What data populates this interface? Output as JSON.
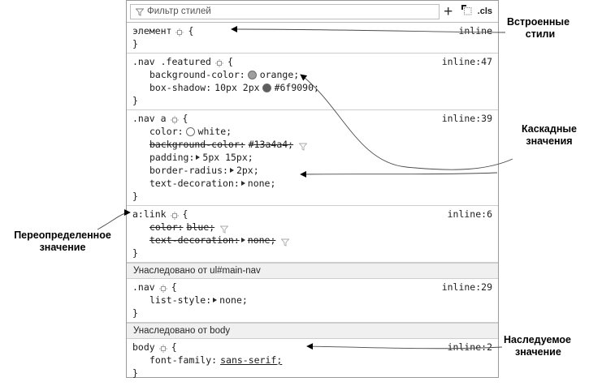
{
  "panel": {
    "filter": {
      "placeholder": "Фильтр стилей",
      "value": "",
      "icon": "funnel-icon"
    },
    "toolbar": {
      "add_label": "+",
      "layers_icon": "pseudo-element-icon",
      "cls_label": ".cls"
    },
    "rules": [
      {
        "selector": "элемент",
        "open_brace": "{",
        "close_brace": "}",
        "origin": "inline",
        "declarations": []
      },
      {
        "selector": ".nav .featured",
        "open_brace": "{",
        "close_brace": "}",
        "origin": "inline:47",
        "declarations": [
          {
            "property": "background-color:",
            "value": "orange;",
            "swatch": "#9e9e9e",
            "expander": false,
            "struck": false,
            "funnel": false
          },
          {
            "property": "box-shadow:",
            "value_prefix": "10px 2px",
            "value": "#6f9090;",
            "swatch": "#5d5d5d",
            "expander": false,
            "struck": false,
            "funnel": false
          }
        ]
      },
      {
        "selector": ".nav a",
        "open_brace": "{",
        "close_brace": "}",
        "origin": "inline:39",
        "declarations": [
          {
            "property": "color:",
            "value": "white;",
            "swatch": "#ffffff",
            "expander": false,
            "struck": false,
            "funnel": false
          },
          {
            "property": "background-color:",
            "value": "#13a4a4;",
            "expander": false,
            "struck": true,
            "funnel": true
          },
          {
            "property": "padding:",
            "value": "5px 15px;",
            "expander": true,
            "struck": false,
            "funnel": false
          },
          {
            "property": "border-radius:",
            "value": "2px;",
            "expander": true,
            "struck": false,
            "funnel": false
          },
          {
            "property": "text-decoration:",
            "value": "none;",
            "expander": true,
            "struck": false,
            "funnel": false
          }
        ]
      },
      {
        "selector": "a:link",
        "open_brace": "{",
        "close_brace": "}",
        "origin": "inline:6",
        "declarations": [
          {
            "property": "color:",
            "value": "blue;",
            "expander": false,
            "struck": true,
            "funnel": true
          },
          {
            "property": "text-decoration:",
            "value": "none;",
            "expander": true,
            "struck": true,
            "funnel": true
          }
        ]
      }
    ],
    "inherited_sections": [
      {
        "heading": "Унаследовано от ul#main-nav",
        "rule": {
          "selector": ".nav",
          "open_brace": "{",
          "close_brace": "}",
          "origin": "inline:29",
          "declarations": [
            {
              "property": "list-style:",
              "value": "none;",
              "expander": true,
              "struck": false,
              "funnel": false
            }
          ]
        }
      },
      {
        "heading": "Унаследовано от body",
        "rule": {
          "selector": "body",
          "open_brace": "{",
          "close_brace": "}",
          "origin": "inline:2",
          "declarations": [
            {
              "property": "font-family:",
              "value": "sans-serif;",
              "underline": true,
              "expander": false,
              "struck": false,
              "funnel": false
            }
          ]
        }
      }
    ]
  },
  "annotations": {
    "inline_styles": "Встроенные\nстили",
    "inline_styles_l1": "Встроенные",
    "inline_styles_l2": "стили",
    "cascaded_l1": "Каскадные",
    "cascaded_l2": "значения",
    "overridden_l1": "Переопределенное",
    "overridden_l2": "значение",
    "inherited_l1": "Наследуемое",
    "inherited_l2": "значение"
  }
}
